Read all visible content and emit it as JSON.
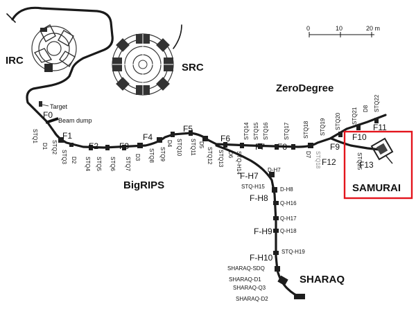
{
  "facilities": {
    "irc": "IRC",
    "src": "SRC",
    "bigrips": "BigRIPS",
    "zerodegree": "ZeroDegree",
    "samurai": "SAMURAI",
    "sharaq": "SHARAQ"
  },
  "annotations": {
    "target": "Target",
    "beam_dump": "Beam dump"
  },
  "highlight_color": "#e3141c",
  "scale_bar": {
    "ticks": [
      "0",
      "10",
      "20 m"
    ]
  },
  "focal_planes": {
    "f0": "F0",
    "f1": "F1",
    "f2": "F2",
    "f3": "F3",
    "f4": "F4",
    "f5": "F5",
    "f6": "F6",
    "f7": "F7",
    "f8": "F8",
    "f9": "F9",
    "f10": "F10",
    "f11": "F11",
    "f12": "F12",
    "f13": "F13",
    "fh7": "F-H7",
    "fh8": "F-H8",
    "fh9": "F-H9",
    "fh10": "F-H10"
  },
  "elements": {
    "stq1": "STQ1",
    "d1": "D1",
    "stq2": "STQ2",
    "stq3": "STQ3",
    "d2": "D2",
    "stq4": "STQ4",
    "stq5": "STQ5",
    "stq6": "STQ6",
    "stq7": "STQ7",
    "d3": "D3",
    "stq8": "STQ8",
    "stq9": "STQ9",
    "d4": "D4",
    "stq10": "STQ10",
    "stq11": "STQ11",
    "d5": "D5",
    "stq12": "STQ12",
    "stq13": "STQ13",
    "d6": "D6",
    "stq14": "STQ14",
    "stq15": "STQ15",
    "stq16": "STQ16",
    "stq17": "STQ17",
    "stq18": "STQ18",
    "stq19": "STQ19",
    "d7": "D7",
    "stq18_alt": "STQ18",
    "stq20": "STQ20",
    "stq21": "STQ21",
    "d8": "D8",
    "stq22": "STQ22",
    "stq25": "STQ25",
    "stq_h14": "STQ-H14",
    "d_h7": "D-H7",
    "stq_h15": "STQ-H15",
    "d_h8": "D-H8",
    "q_h16": "Q-H16",
    "q_h17": "Q-H17",
    "q_h18": "Q-H18",
    "stq_h19": "STQ-H19",
    "sharaq_sdq": "SHARAQ-SDQ",
    "sharaq_d1": "SHARAQ-D1",
    "sharaq_q3": "SHARAQ-Q3",
    "sharaq_d2": "SHARAQ-D2"
  }
}
